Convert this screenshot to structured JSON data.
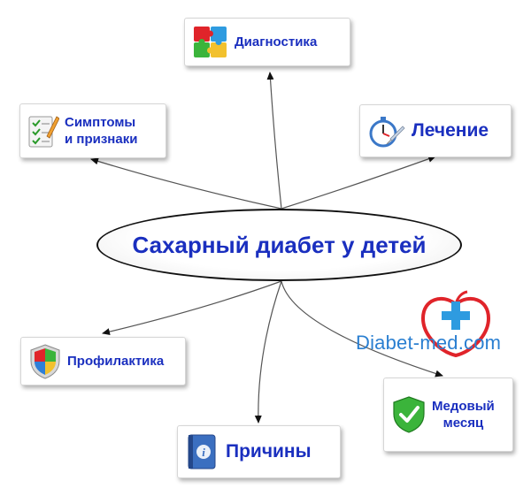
{
  "center_topic": "Сахарный диабет у детей",
  "nodes": {
    "diagnostics": {
      "label": "Диагностика",
      "icon": "puzzle-icon"
    },
    "symptoms": {
      "line1": "Симптомы",
      "line2": "и признаки",
      "icon": "checklist-icon"
    },
    "treatment": {
      "label": "Лечение",
      "icon": "stopwatch-syringe-icon"
    },
    "prevention": {
      "label": "Профилактика",
      "icon": "shield-icon"
    },
    "causes": {
      "label": "Причины",
      "icon": "info-book-icon"
    },
    "honeymoon": {
      "line1": "Медовый",
      "line2": "месяц",
      "icon": "green-check-shield-icon"
    }
  },
  "watermark": {
    "text": "Diabet-med.com",
    "icon": "medical-cross-apple-icon"
  },
  "colors": {
    "label_blue": "#1a2fbf",
    "watermark_blue": "#2a7fd1",
    "watermark_red": "#e0242a"
  }
}
